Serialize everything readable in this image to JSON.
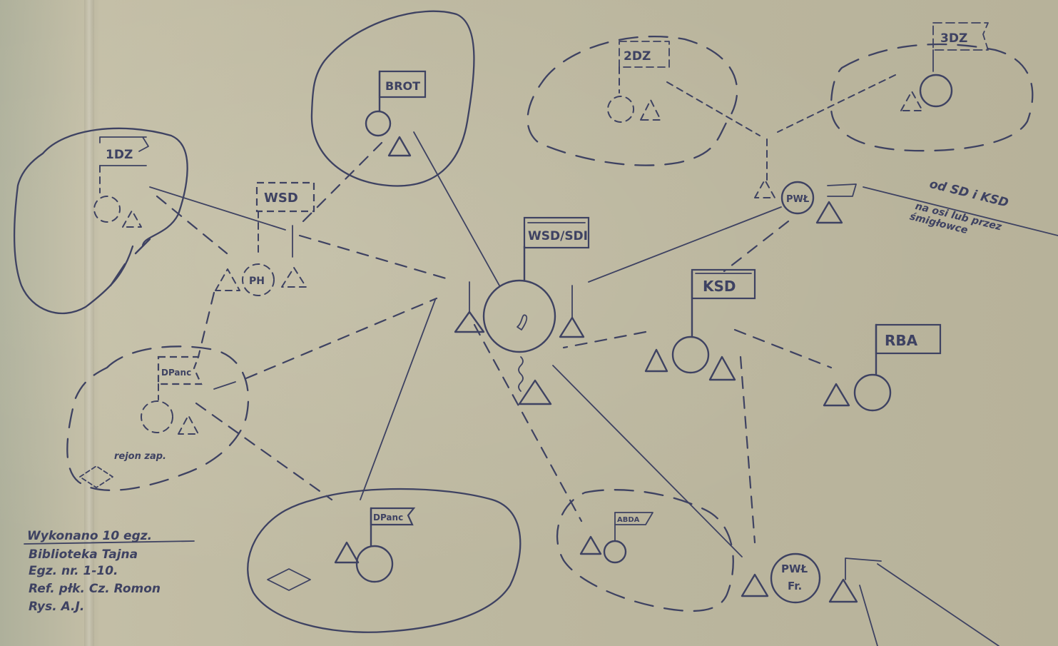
{
  "colors": {
    "ink": "#3e4262",
    "paper": "#bdb8a0"
  },
  "nodes": {
    "center": "WSD/SDI",
    "brot": "BROT",
    "dz1": "1DZ",
    "dz2": "2DZ",
    "dz3": "3DZ",
    "wsd": "WSD",
    "ph": "PH",
    "pwl": "PWŁ",
    "ksd": "KSD",
    "rba": "RBA",
    "dpanc_top": "DPanc",
    "dpanc_bottom": "DPanc",
    "abda": "ABDA",
    "pwl_fr_line1": "PWŁ",
    "pwl_fr_line2": "Fr."
  },
  "annotations": {
    "rejon": "rejon zap.",
    "od_sd_line1": "od SD i KSD",
    "od_sd_line2": "na osi lub przez",
    "od_sd_line3": "śmigłowce"
  },
  "footer": {
    "line1": "Wykonano 10 egz.",
    "line2": "Biblioteka Tajna",
    "line3": "Egz. nr. 1-10.",
    "line4": "Ref. płk. Cz. Romon",
    "line5": "Rys. A.J."
  }
}
